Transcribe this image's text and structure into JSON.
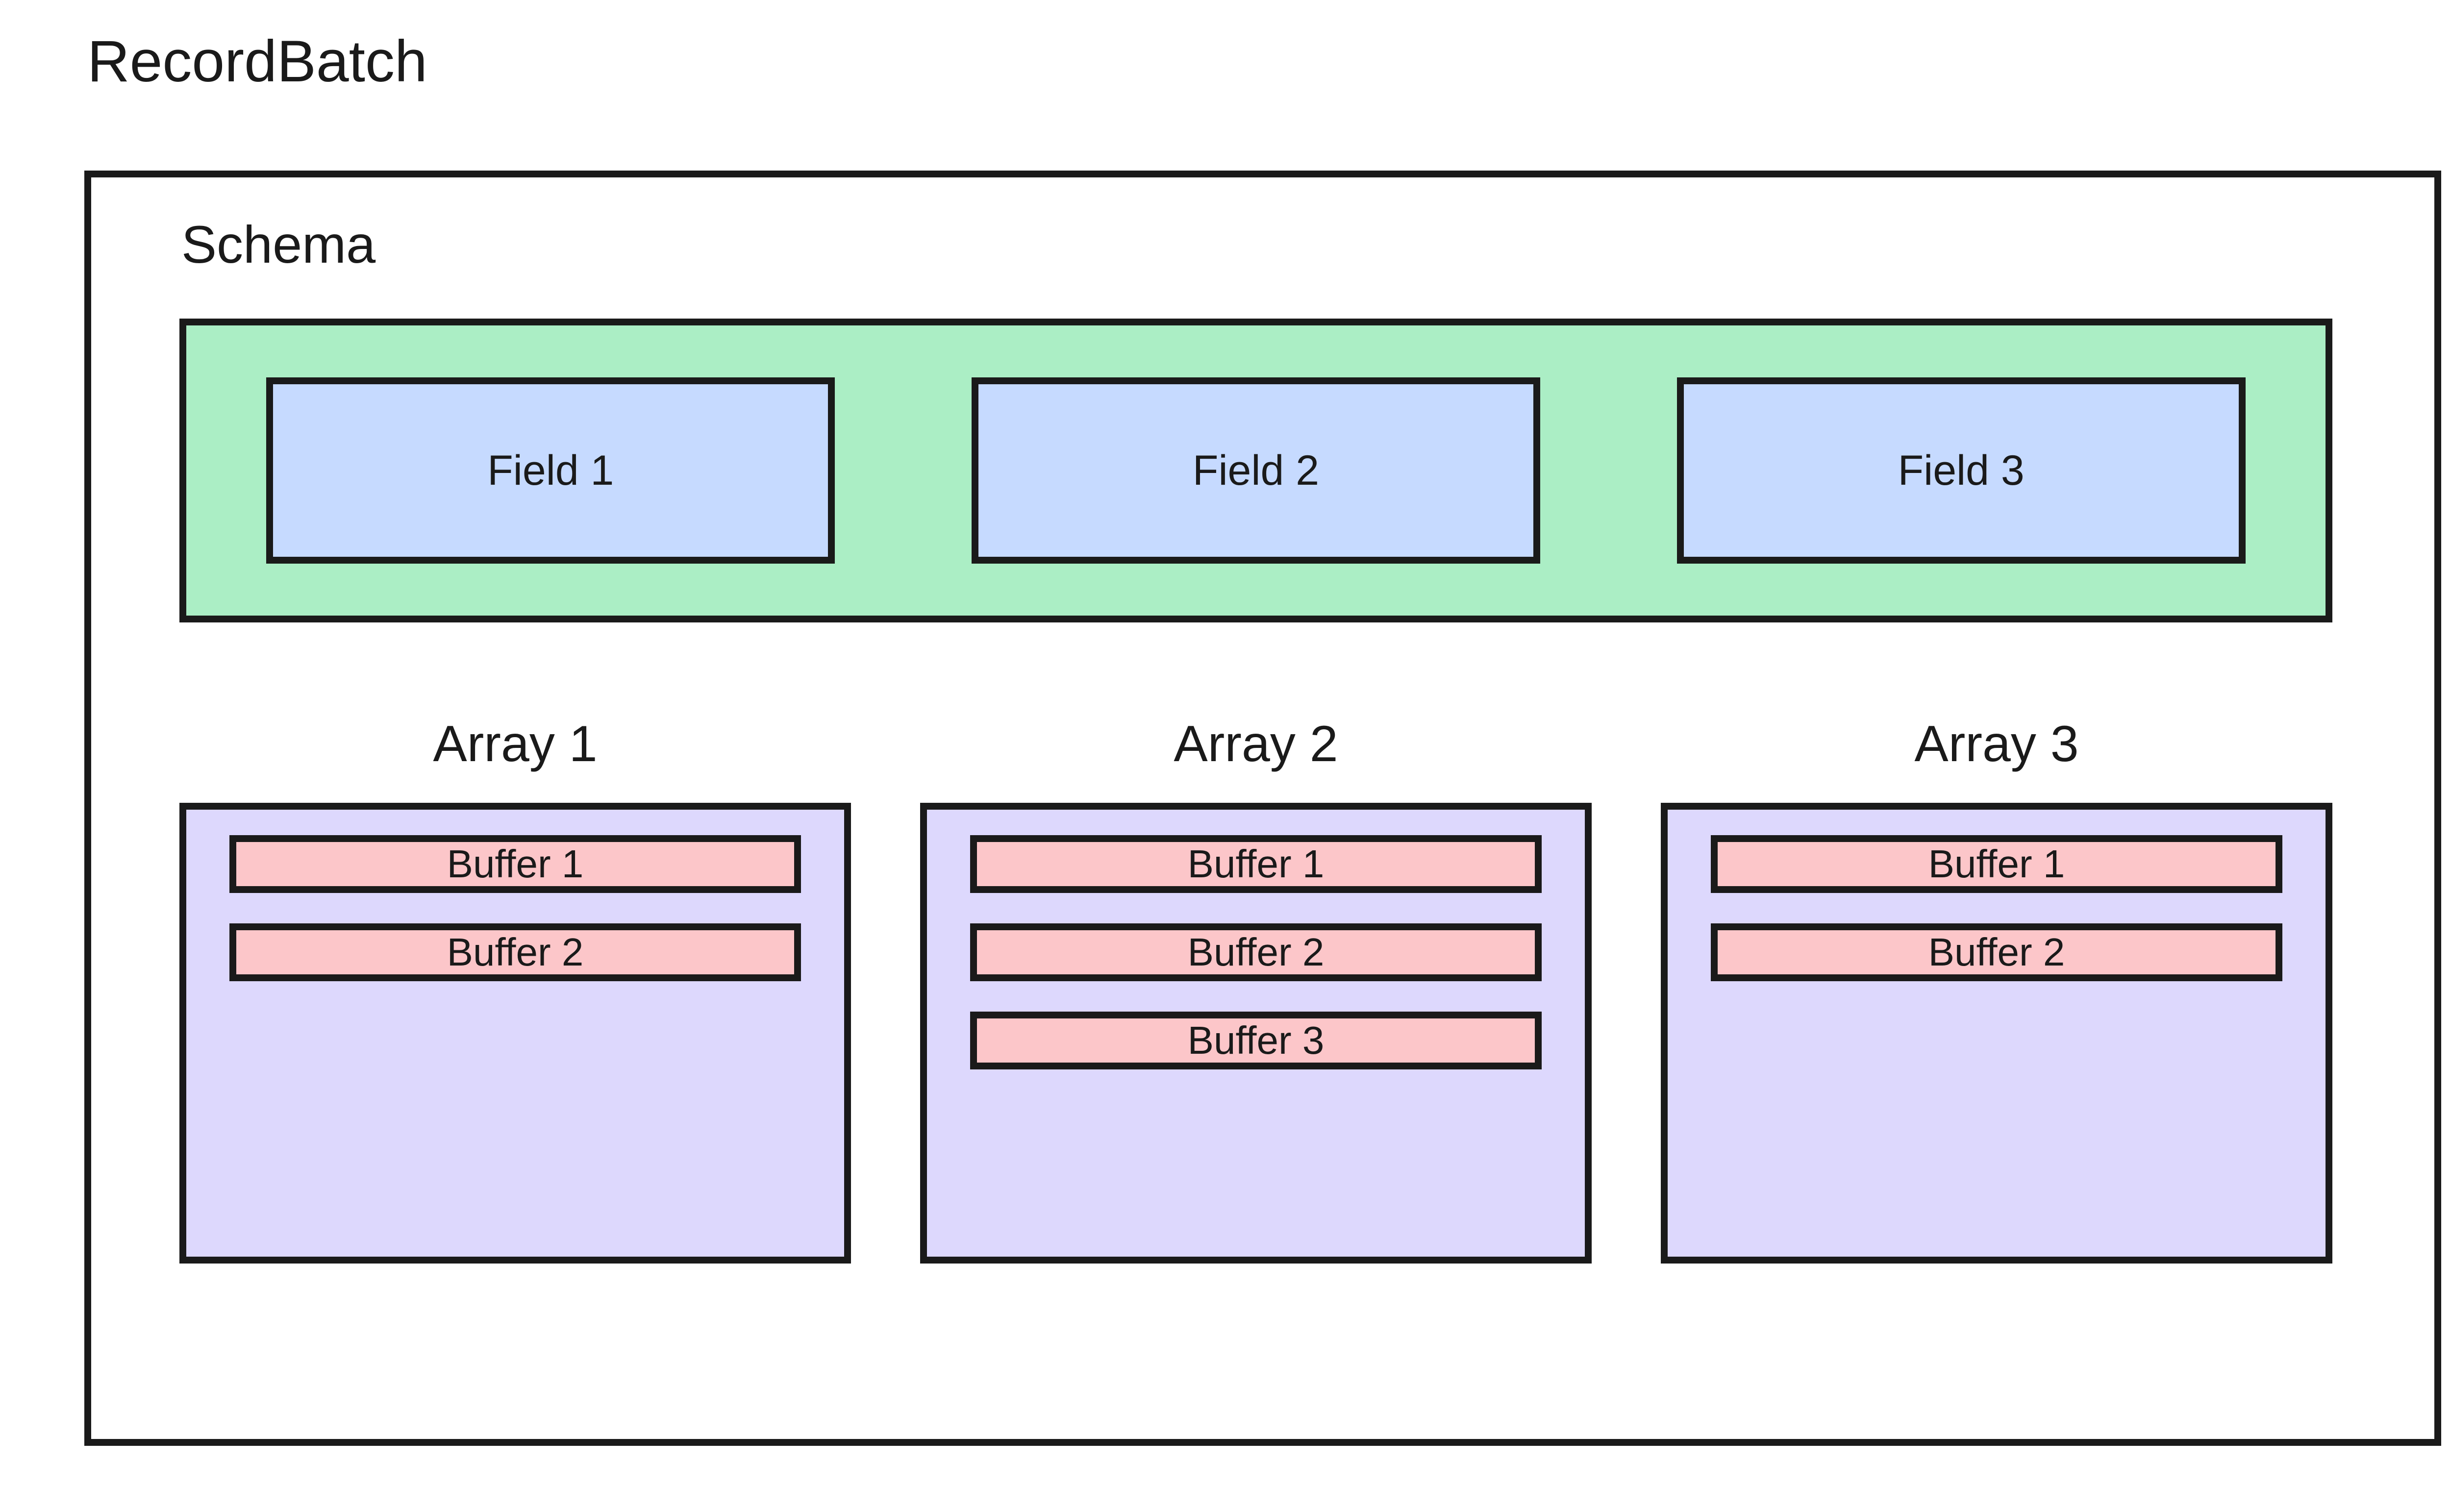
{
  "diagram": {
    "title": "RecordBatch",
    "schema": {
      "label": "Schema",
      "fields": [
        {
          "label": "Field 1"
        },
        {
          "label": "Field 2"
        },
        {
          "label": "Field 3"
        }
      ]
    },
    "arrays": [
      {
        "label": "Array 1",
        "buffers": [
          {
            "label": "Buffer 1"
          },
          {
            "label": "Buffer 2"
          }
        ]
      },
      {
        "label": "Array 2",
        "buffers": [
          {
            "label": "Buffer 1"
          },
          {
            "label": "Buffer 2"
          },
          {
            "label": "Buffer 3"
          }
        ]
      },
      {
        "label": "Array 3",
        "buffers": [
          {
            "label": "Buffer 1"
          },
          {
            "label": "Buffer 2"
          }
        ]
      }
    ],
    "colors": {
      "background": "#ffffff",
      "stroke": "#1a1a1a",
      "schema_fill": "#abeec5",
      "field_fill": "#c6daff",
      "array_fill": "#ddd8fd",
      "buffer_fill": "#fcc6c9",
      "text": "#1a1a1a"
    }
  }
}
